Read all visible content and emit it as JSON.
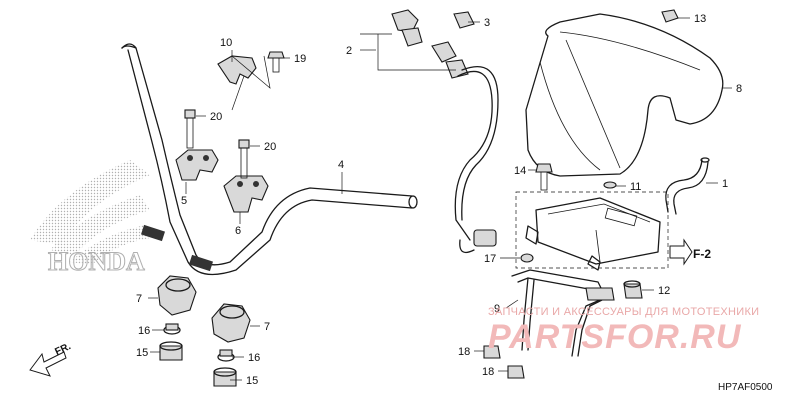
{
  "diagram": {
    "drawing_code": "HP7AF0500",
    "direction_label": "FR.",
    "reference_label": "F-2",
    "brand_watermark": "HONDA",
    "callouts": [
      {
        "label": "1"
      },
      {
        "label": "2"
      },
      {
        "label": "3"
      },
      {
        "label": "4"
      },
      {
        "label": "5"
      },
      {
        "label": "6"
      },
      {
        "label": "7"
      },
      {
        "label": "7"
      },
      {
        "label": "8"
      },
      {
        "label": "9"
      },
      {
        "label": "10"
      },
      {
        "label": "11"
      },
      {
        "label": "12"
      },
      {
        "label": "13"
      },
      {
        "label": "14"
      },
      {
        "label": "15"
      },
      {
        "label": "15"
      },
      {
        "label": "16"
      },
      {
        "label": "16"
      },
      {
        "label": "17"
      },
      {
        "label": "18"
      },
      {
        "label": "18"
      },
      {
        "label": "19"
      },
      {
        "label": "20"
      },
      {
        "label": "20"
      }
    ]
  },
  "watermark": {
    "tagline": "ЗАПЧАСТИ И АКСЕССУАРЫ ДЛЯ МОТОТЕХНИКИ",
    "logo": "PARTSFOR.RU"
  },
  "colors": {
    "line": "#1a1a1a",
    "watermark": "#f2b9b9",
    "dots": "#b0b0b0"
  }
}
